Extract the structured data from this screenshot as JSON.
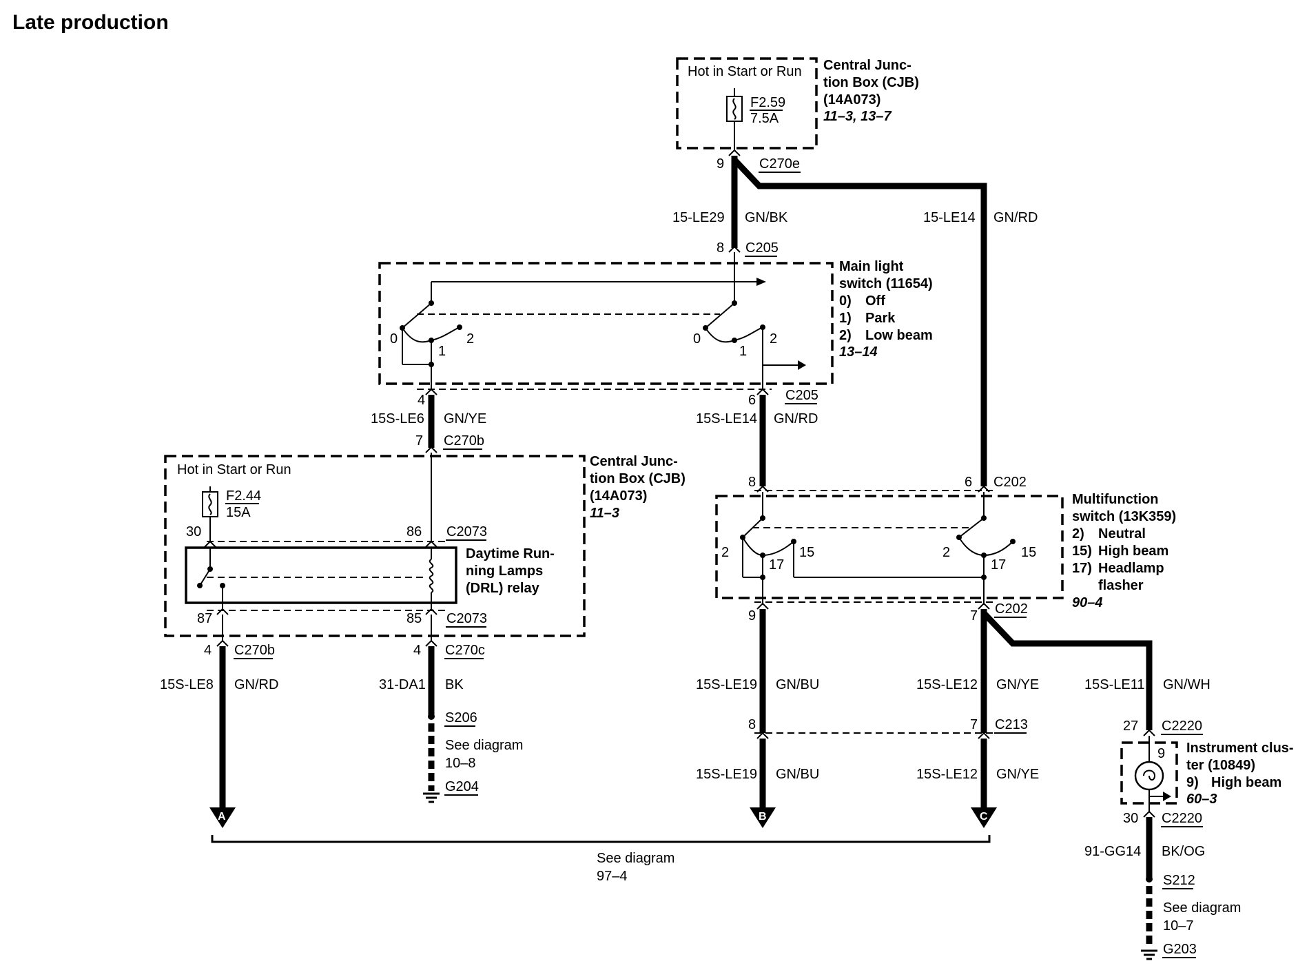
{
  "title": "Late production",
  "components": {
    "cjb_top": {
      "supply": "Hot in Start or Run",
      "fuse_id": "F2.59",
      "fuse_rating": "7.5A",
      "name_lines": [
        "Central Junc-",
        "tion Box (CJB)",
        "(14A073)"
      ],
      "ref": "11–3, 13–7"
    },
    "cjb_left": {
      "supply": "Hot in Start or Run",
      "fuse_id": "F2.44",
      "fuse_rating": "15A",
      "name_lines": [
        "Central Junc-",
        "tion Box (CJB)",
        "(14A073)"
      ],
      "ref": "11–3"
    },
    "main_switch": {
      "name_lines": [
        "Main light",
        "switch (11654)"
      ],
      "positions": [
        "0)",
        "1)",
        "2)"
      ],
      "position_labels": [
        "Off",
        "Park",
        "Low beam"
      ],
      "ref": "13–14"
    },
    "drl_relay": {
      "name_lines": [
        "Daytime Run-",
        "ning Lamps",
        "(DRL) relay"
      ]
    },
    "multifunction": {
      "name_lines": [
        "Multifunction",
        "switch (13K359)"
      ],
      "positions": [
        "2)",
        "15)",
        "17)"
      ],
      "position_labels": [
        "Neutral",
        "High beam",
        "Headlamp",
        "flasher"
      ],
      "ref": "90–4"
    },
    "cluster": {
      "name_lines": [
        "Instrument clus-",
        "ter (10849)"
      ],
      "position": "9)",
      "position_label": "High beam",
      "ref": "60–3",
      "pin": "9"
    }
  },
  "connectors": {
    "c270e": "C270e",
    "c205_top": "C205",
    "c205_bottom": "C205",
    "c270b_top": "C270b",
    "c2073_top": "C2073",
    "c2073_bottom": "C2073",
    "c270b_bottom": "C270b",
    "c270c": "C270c",
    "c202_top": "C202",
    "c202_bottom": "C202",
    "c213": "C213",
    "c2220_top": "C2220",
    "c2220_bottom": "C2220"
  },
  "pins": {
    "p9_top": "9",
    "p8_c205": "8",
    "p4": "4",
    "p6": "6",
    "p7_c270b": "7",
    "p30": "30",
    "p86": "86",
    "p87": "87",
    "p85": "85",
    "p4_a": "4",
    "p4_b": "4",
    "p8_c202": "8",
    "p6_c202": "6",
    "p9_c202": "9",
    "p7_c202": "7",
    "p8_c213": "8",
    "p7_c213": "7",
    "p27": "27",
    "p30_cl": "30",
    "sw_l_0": "0",
    "sw_l_1": "1",
    "sw_l_2": "2",
    "sw_r_0": "0",
    "sw_r_1": "1",
    "sw_r_2": "2",
    "mf_l_2": "2",
    "mf_l_15": "15",
    "mf_l_17": "17",
    "mf_r_2": "2",
    "mf_r_15": "15",
    "mf_r_17": "17"
  },
  "wires": {
    "le29_id": "15-LE29",
    "le29_color": "GN/BK",
    "le14_id": "15-LE14",
    "le14_color": "GN/RD",
    "le6_id": "15S-LE6",
    "le6_color": "GN/YE",
    "sle14_id": "15S-LE14",
    "sle14_color": "GN/RD",
    "le8_id": "15S-LE8",
    "le8_color": "GN/RD",
    "da1_id": "31-DA1",
    "da1_color": "BK",
    "le19a_id": "15S-LE19",
    "le19a_color": "GN/BU",
    "le12a_id": "15S-LE12",
    "le12a_color": "GN/YE",
    "le11_id": "15S-LE11",
    "le11_color": "GN/WH",
    "le19b_id": "15S-LE19",
    "le19b_color": "GN/BU",
    "le12b_id": "15S-LE12",
    "le12b_color": "GN/YE",
    "gg14_id": "91-GG14",
    "gg14_color": "BK/OG"
  },
  "splices": {
    "s206": "S206",
    "s212": "S212"
  },
  "grounds": {
    "g204": "G204",
    "g203": "G203"
  },
  "see": {
    "left_text": "See diagram",
    "left_ref": "10–8",
    "right_text": "See diagram",
    "right_ref": "10–7",
    "bottom_text": "See diagram",
    "bottom_ref": "97–4"
  },
  "arrows": {
    "a": "A",
    "b": "B",
    "c": "C"
  }
}
